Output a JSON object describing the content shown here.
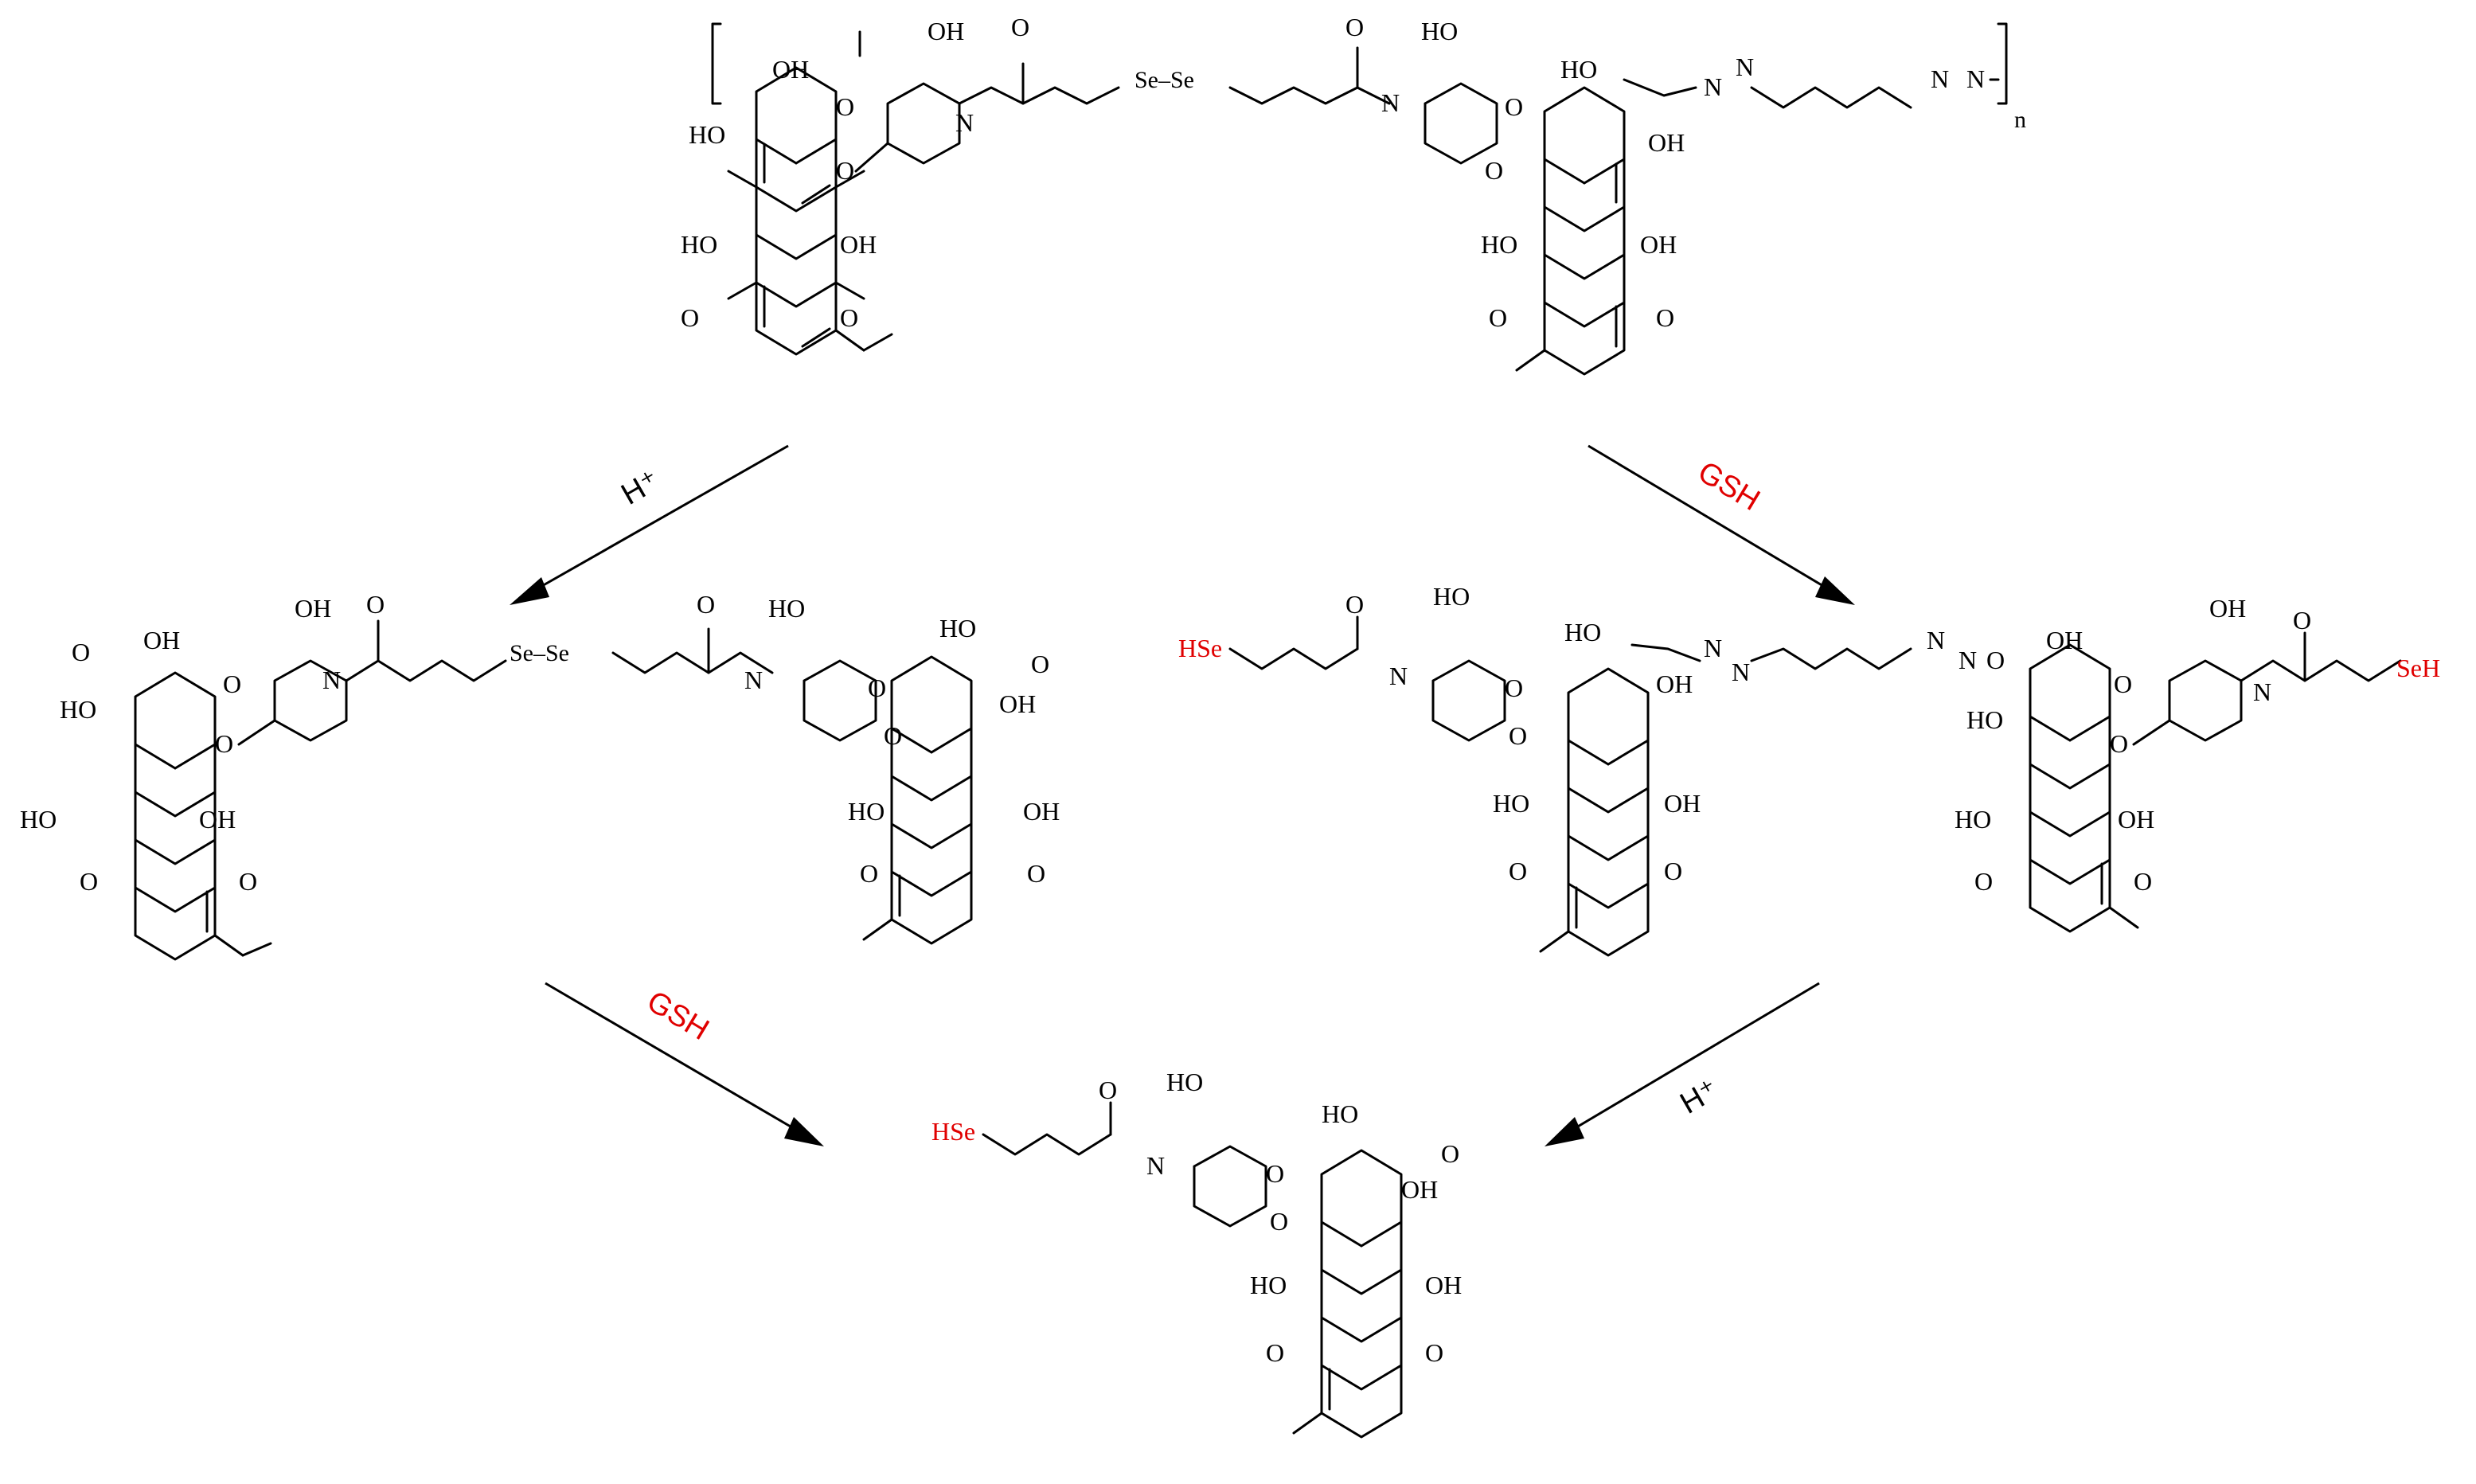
{
  "reagents": {
    "top_left": "H⁺",
    "top_right": "GSH",
    "bottom_left": "GSH",
    "bottom_right": "H⁺"
  },
  "colors": {
    "bond": "#000000",
    "highlight": "#e00000"
  },
  "labels": {
    "OH": "OH",
    "HO": "HO",
    "O": "O",
    "N": "N",
    "H": "H",
    "NH": "N",
    "SeSe": "Se–Se",
    "HSe": "HSe",
    "SeH": "SeH",
    "n": "n"
  }
}
